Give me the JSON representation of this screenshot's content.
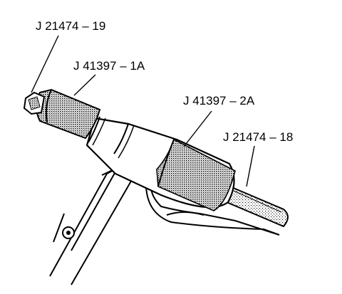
{
  "diagram": {
    "labels": {
      "tool_a": "J 21474 – 19",
      "tool_b": "J 41397 – 1A",
      "tool_c": "J 41397 – 2A",
      "tool_d": "J 21474 – 18"
    }
  }
}
